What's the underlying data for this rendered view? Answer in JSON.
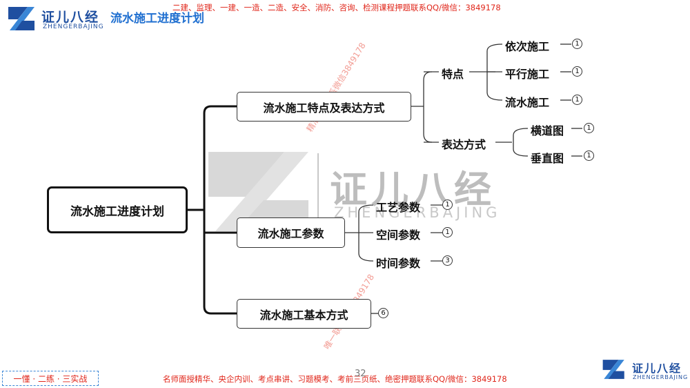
{
  "header": {
    "logo_text": "证儿八经",
    "logo_sub": "ZHENGERBAJING",
    "title": "流水施工进度计划",
    "banner": "二建、监理、一建、一造、二造、安全、消防、咨询、检测课程押题联系QQ/微信：3849178"
  },
  "watermark": {
    "text": "证儿八经",
    "sub": "ZHENGERBAJING",
    "diag1": "精准押题联系微信3849178",
    "diag2": "唯一联系微信3849178"
  },
  "mindmap": {
    "root": "流水施工进度计划",
    "branch1": {
      "label": "流水施工特点及表达方式",
      "features": {
        "label": "特点",
        "items": [
          {
            "label": "依次施工",
            "count": "1"
          },
          {
            "label": "平行施工",
            "count": "1"
          },
          {
            "label": "流水施工",
            "count": "1"
          }
        ]
      },
      "expression": {
        "label": "表达方式",
        "items": [
          {
            "label": "横道图",
            "count": "1"
          },
          {
            "label": "垂直图",
            "count": "1"
          }
        ]
      }
    },
    "branch2": {
      "label": "流水施工参数",
      "items": [
        {
          "label": "工艺参数",
          "count": "1"
        },
        {
          "label": "空间参数",
          "count": "1"
        },
        {
          "label": "时间参数",
          "count": "3"
        }
      ]
    },
    "branch3": {
      "label": "流水施工基本方式",
      "count": "6"
    }
  },
  "footer": {
    "slogan": "一懂 · 二练 · 三实战",
    "ad": "名师面授精华、央企内训、考点串讲、习题模考、考前三页纸、绝密押题联系QQ/微信：3849178",
    "page": "32",
    "logo_text": "证儿八经",
    "logo_sub": "ZHENGERBAJING"
  },
  "colors": {
    "brand_blue": "#1f4fa0",
    "title_blue": "#1f6fd0",
    "ad_red": "#e0261a",
    "line": "#111111"
  }
}
